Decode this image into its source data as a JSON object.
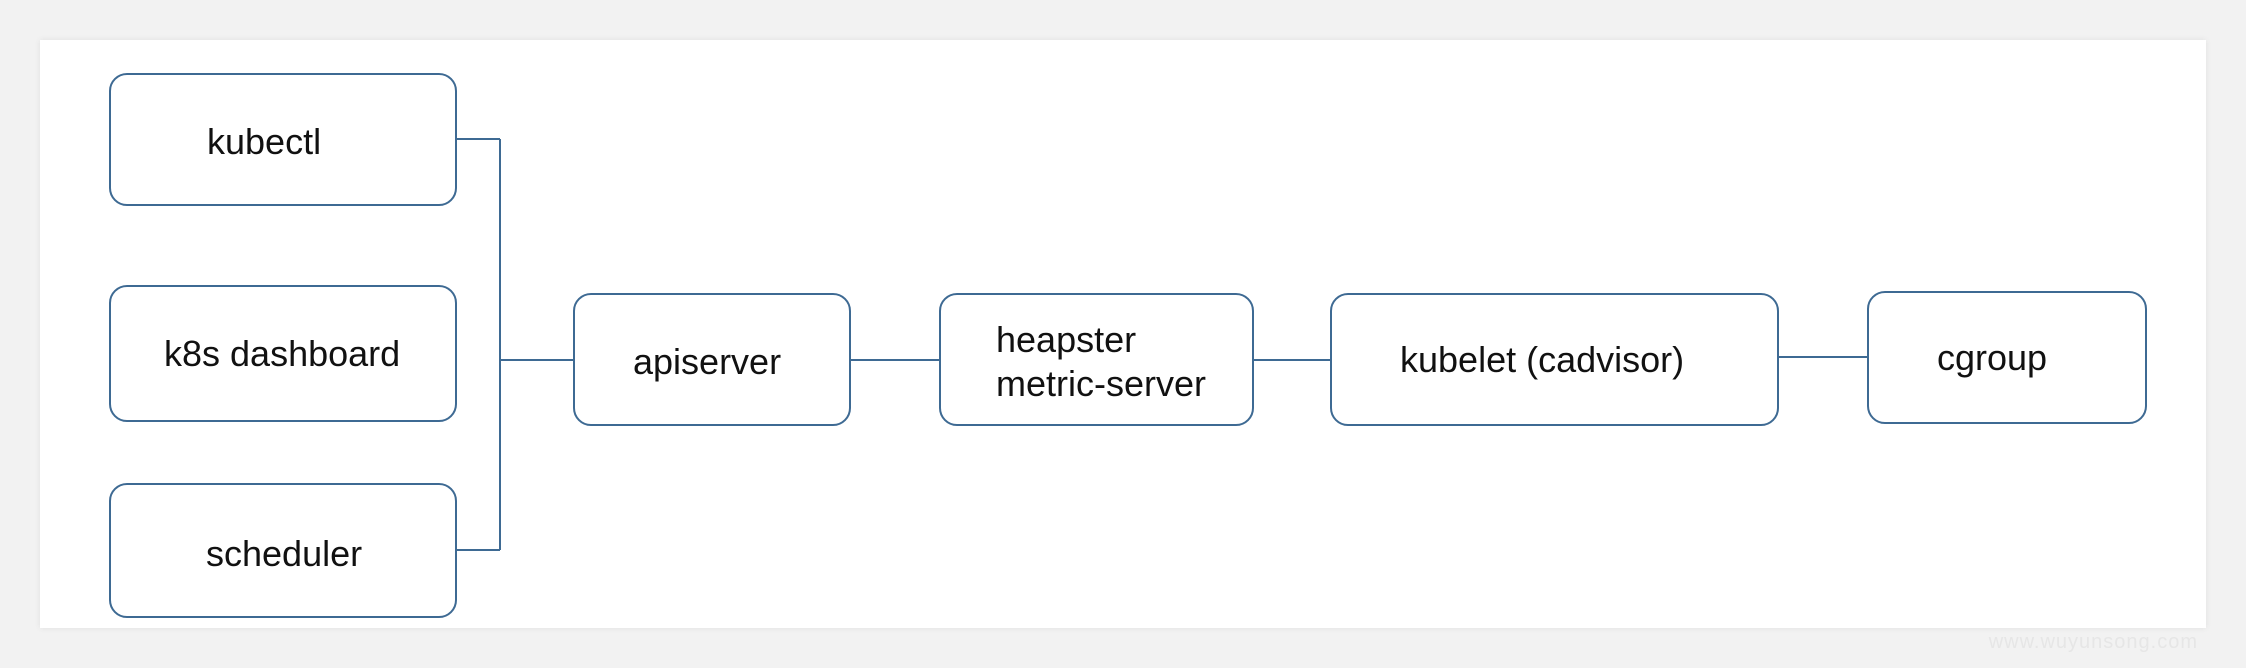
{
  "diagram": {
    "nodes": {
      "kubectl": {
        "label": "kubectl"
      },
      "k8s_dashboard": {
        "label": "k8s dashboard"
      },
      "scheduler": {
        "label": "scheduler"
      },
      "apiserver": {
        "label": "apiserver"
      },
      "heapster": {
        "label_line1": "heapster",
        "label_line2": "metric-server"
      },
      "kubelet": {
        "label": "kubelet (cadvisor)"
      },
      "cgroup": {
        "label": "cgroup"
      }
    },
    "edges": [
      {
        "from": "kubectl",
        "to": "apiserver"
      },
      {
        "from": "k8s dashboard",
        "to": "apiserver"
      },
      {
        "from": "scheduler",
        "to": "apiserver"
      },
      {
        "from": "apiserver",
        "to": "heapster / metric-server"
      },
      {
        "from": "heapster / metric-server",
        "to": "kubelet (cadvisor)"
      },
      {
        "from": "kubelet (cadvisor)",
        "to": "cgroup"
      }
    ],
    "line_color": "#3e6a93",
    "border_color": "#3e6a93"
  },
  "watermark": "www.wuyunsong.com"
}
